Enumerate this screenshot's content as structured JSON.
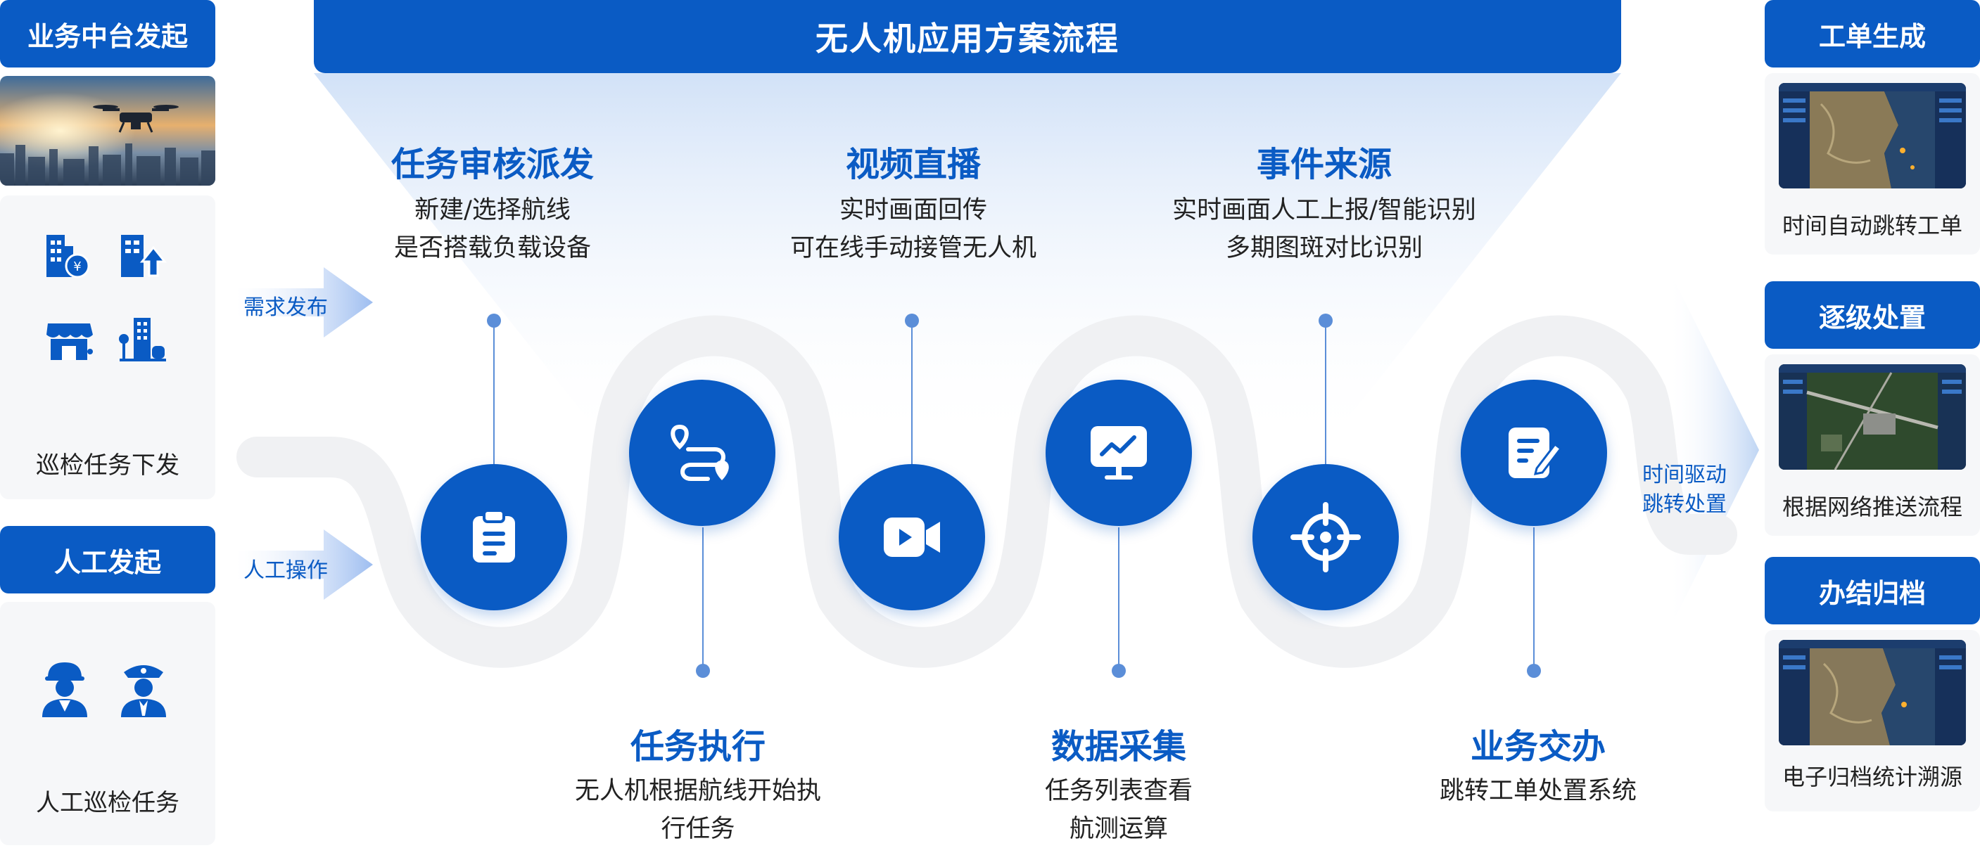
{
  "banner_title": "无人机应用方案流程",
  "left": {
    "biz_header": "业务中台发起",
    "biz_panel_label": "巡检任务下发",
    "manual_header": "人工发起",
    "manual_panel_label": "人工巡检任务"
  },
  "arrows": {
    "demand": "需求发布",
    "manual": "人工操作",
    "right_line1": "时间驱动",
    "right_line2": "跳转处置"
  },
  "steps": {
    "dispatch": {
      "title": "任务审核派发",
      "line1": "新建/选择航线",
      "line2": "是否搭载负载设备"
    },
    "execute": {
      "title": "任务执行",
      "line1": "无人机根据航线开始执",
      "line2": "行任务"
    },
    "video": {
      "title": "视频直播",
      "line1": "实时画面回传",
      "line2": "可在线手动接管无人机"
    },
    "collect": {
      "title": "数据采集",
      "line1": "任务列表查看",
      "line2": "航测运算"
    },
    "event": {
      "title": "事件来源",
      "line1": "实时画面人工上报/智能识别",
      "line2": "多期图斑对比识别"
    },
    "handover": {
      "title": "业务交办",
      "line1": "跳转工单处置系统",
      "line2": ""
    }
  },
  "right": {
    "workorder_header": "工单生成",
    "workorder_label": "时间自动跳转工单",
    "escalate_header": "逐级处置",
    "escalate_label": "根据网络推送流程",
    "archive_header": "办结归档",
    "archive_label": "电子归档统计溯源"
  },
  "colors": {
    "primary": "#0a5bc4",
    "accent_line": "#5b8ed8",
    "panel_bg": "#f6f7f9"
  },
  "icons": [
    "building-icon",
    "shop-icon",
    "police-icon",
    "clipboard-icon",
    "route-icon",
    "video-icon",
    "monitor-chart-icon",
    "target-icon",
    "edit-note-icon",
    "drone-photo",
    "map-screenshot"
  ]
}
